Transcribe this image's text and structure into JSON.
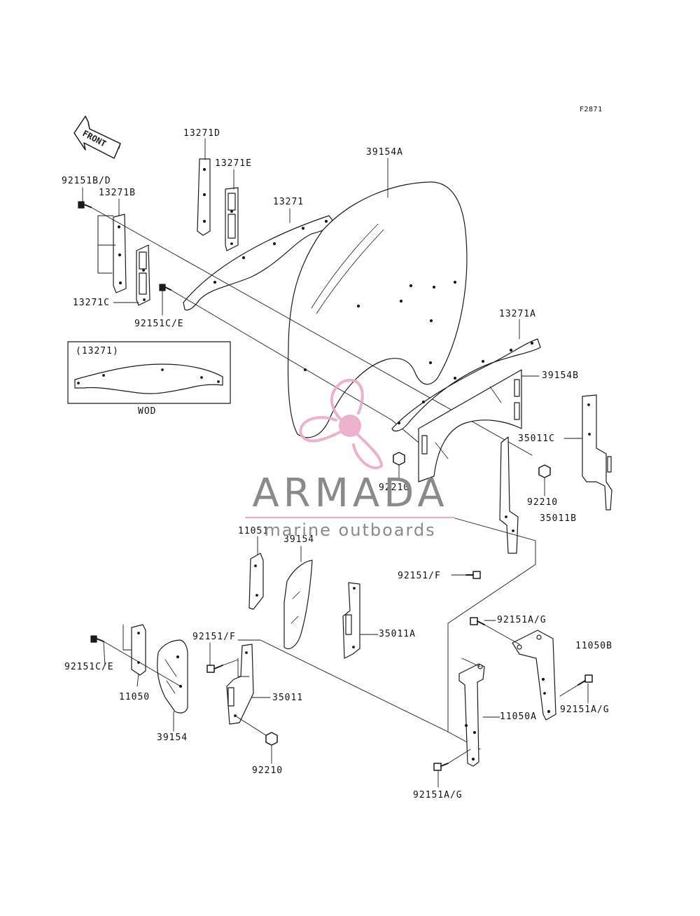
{
  "figure_code": "F2871",
  "front_arrow_text": "FRONT",
  "inset": {
    "label": "(13271)",
    "caption": "WOD"
  },
  "watermark": {
    "brand": "ARMADA",
    "tagline": "marine outboards",
    "accent_color": "#e9a9c8",
    "text_color": "#8a8a8a",
    "icon": "propeller-logo-icon"
  },
  "part_labels": {
    "p13271D": "13271D",
    "p13271E": "13271E",
    "p39154A": "39154A",
    "p92151BD": "92151B/D",
    "p13271B": "13271B",
    "p13271": "13271",
    "p13271C": "13271C",
    "p92151CE_top": "92151C/E",
    "p13271A": "13271A",
    "p39154B": "39154B",
    "p35011C": "35011C",
    "p92210_center": "92210",
    "p92210_right": "92210",
    "p35011B": "35011B",
    "p11051": "11051",
    "p39154_mid": "39154",
    "p92151F_right": "92151/F",
    "p92151AG_top": "92151A/G",
    "p11050B": "11050B",
    "p92151F_left": "92151/F",
    "p35011A": "35011A",
    "p92151CE_bottom": "92151C/E",
    "p11050": "11050",
    "p35011": "35011",
    "p92151AG_right": "92151A/G",
    "p11050A": "11050A",
    "p39154_bottom": "39154",
    "p92210_bottom": "92210",
    "p92151AG_bottom": "92151A/G"
  }
}
